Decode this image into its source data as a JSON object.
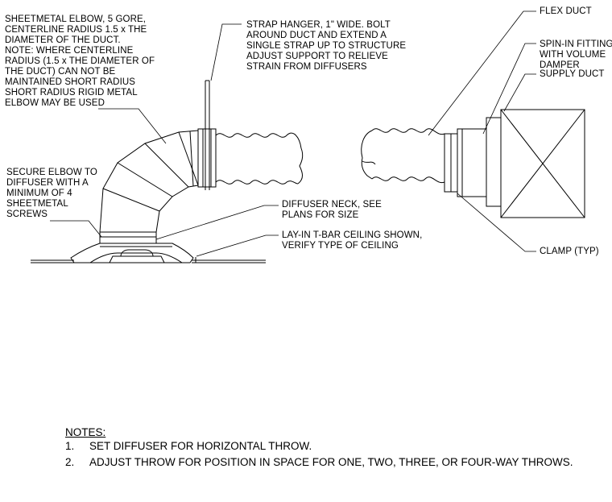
{
  "labels": {
    "elbow_note": [
      "SHEETMETAL ELBOW, 5 GORE,",
      "CENTERLINE RADIUS 1.5 x THE",
      "DIAMETER OF THE DUCT.",
      "NOTE: WHERE CENTERLINE",
      "RADIUS (1.5 x THE DIAMETER OF",
      "THE DUCT) CAN NOT BE",
      "MAINTAINED SHORT RADIUS",
      "SHORT RADIUS RIGID METAL",
      "ELBOW MAY BE USED"
    ],
    "secure_elbow": [
      "SECURE ELBOW TO",
      "DIFFUSER WITH A",
      "MINIMUM OF 4",
      "SHEETMETAL",
      "SCREWS"
    ],
    "strap_hanger": [
      "STRAP HANGER, 1\" WIDE.  BOLT",
      "AROUND DUCT AND EXTEND A",
      "SINGLE STRAP UP TO STRUCTURE",
      "ADJUST SUPPORT TO RELIEVE",
      "STRAIN FROM DIFFUSERS"
    ],
    "diffuser_neck": [
      "DIFFUSER NECK, SEE",
      "PLANS FOR SIZE"
    ],
    "ceiling": [
      "LAY-IN T-BAR CEILING SHOWN,",
      "VERIFY TYPE OF CEILING"
    ],
    "flex_duct": [
      "FLEX DUCT"
    ],
    "spin_in": [
      "SPIN-IN FITTING",
      "WITH VOLUME",
      "DAMPER"
    ],
    "supply_duct": [
      "SUPPLY DUCT"
    ],
    "clamp": [
      "CLAMP (TYP)"
    ]
  },
  "notes": {
    "title": "NOTES:",
    "items": [
      {
        "num": "1.",
        "text": "SET DIFFUSER FOR HORIZONTAL THROW."
      },
      {
        "num": "2.",
        "text": "ADJUST THROW FOR POSITION IN SPACE FOR ONE, TWO, THREE, OR FOUR-WAY THROWS."
      }
    ]
  }
}
